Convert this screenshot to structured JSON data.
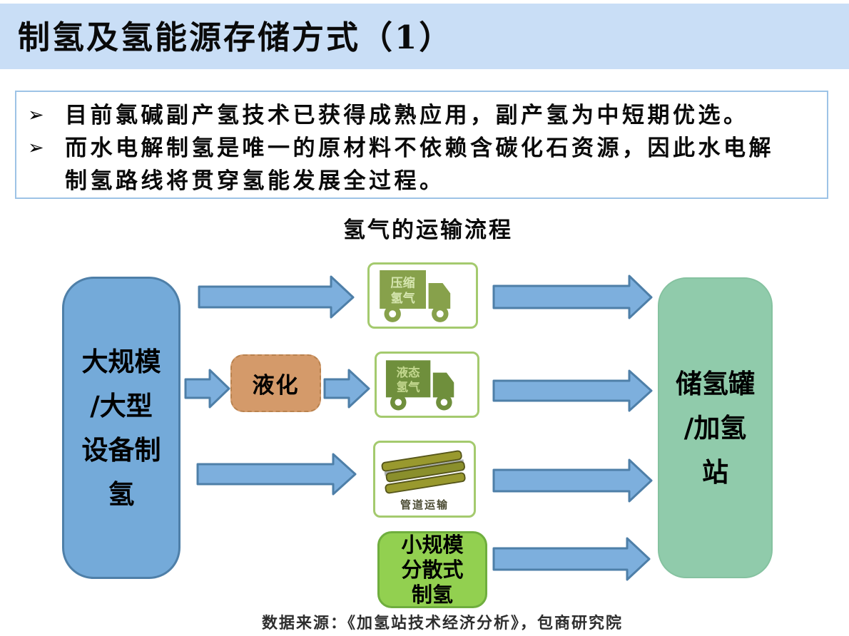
{
  "slide": {
    "title": "制氢及氢能源存储方式（1）",
    "footer_source": "数据来源：《加氢站技术经济分析》，包商研究院"
  },
  "highlights": {
    "bullet_glyph": "➢",
    "bullets": [
      {
        "lines": [
          "目前氯碱副产氢技术已获得成熟应用，副产氢为中短期优选。"
        ]
      },
      {
        "lines": [
          "而水电解制氢是唯一的原材料不依赖含碳化石资源，因此水电解",
          "制氢路线将贯穿氢能发展全过程。"
        ]
      }
    ]
  },
  "diagram": {
    "title": "氢气的运输流程",
    "source_box": {
      "lines": [
        "大规模",
        "/大型",
        "设备制",
        "氢"
      ]
    },
    "dest_box": {
      "lines": [
        "储氢罐",
        "/加氢",
        "站"
      ]
    },
    "liquefaction": {
      "label": "液化"
    },
    "small_scale_box": {
      "lines": [
        "小规模",
        "分散式",
        "制氢"
      ]
    },
    "transport_icons": [
      {
        "name": "compressed-hydrogen-truck",
        "label_lines": [
          "压缩",
          "氢气"
        ]
      },
      {
        "name": "liquid-hydrogen-truck",
        "label_lines": [
          "液态",
          "氢气"
        ]
      },
      {
        "name": "pipeline-transport",
        "caption": "管道运输"
      }
    ]
  },
  "colors": {
    "header_band": "#c9def6",
    "bullet_box_border": "#9dc3e6",
    "source_box_fill": "#74aad9",
    "source_box_border": "#4e7fa8",
    "dest_box_fill": "#90cbab",
    "arrow_fill": "#7dafdd",
    "arrow_stroke": "#4e7fa8",
    "liquefaction_fill": "#d49a6a",
    "small_scale_fill": "#92d050",
    "icon_card_border": "#a4ca6e",
    "truck_compressed_fill": "#87a14b",
    "truck_liquid_fill": "#6f8f3c",
    "truck_label_color_1": "#d6e6b0",
    "truck_label_color_2": "#c2d78e"
  }
}
